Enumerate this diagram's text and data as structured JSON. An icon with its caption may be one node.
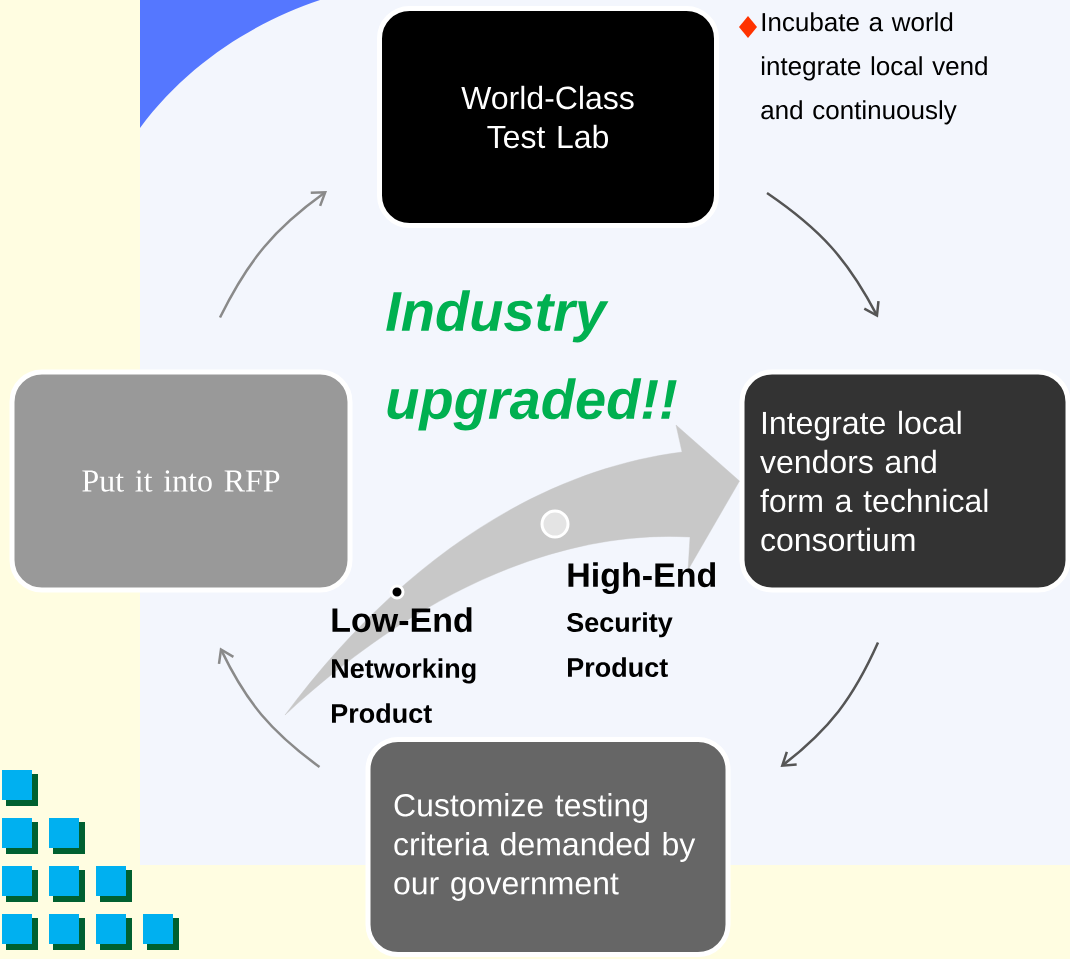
{
  "diagram": {
    "nodes": [
      {
        "text": [
          "World-Class Test Lab"
        ]
      },
      {
        "text": [
          "Integrate local vendors and form a technical consortium"
        ]
      },
      {
        "text": [
          "Customize testing criteria demanded by our government"
        ]
      },
      {
        "text": [
          "Put it into RFP"
        ]
      }
    ],
    "edges": [
      {
        "from": 0,
        "to": 1,
        "arrow": "to"
      },
      {
        "from": 1,
        "to": 2,
        "arrow": "to"
      },
      {
        "from": 2,
        "to": 3,
        "arrow": "to",
        "color": "#8a8a8a"
      },
      {
        "from": 3,
        "to": 0,
        "arrow": "to",
        "color": "#8a8a8a"
      },
      {
        "from": null,
        "to": 1,
        "arrow": "to",
        "style": "thick",
        "color": "#c8c8c8"
      }
    ],
    "labels": [
      "Incubate a world integrate local vend and continuously",
      "Industry upgraded!!",
      "High-End",
      "Security Product",
      "Low-End",
      "Networking Product"
    ]
  }
}
